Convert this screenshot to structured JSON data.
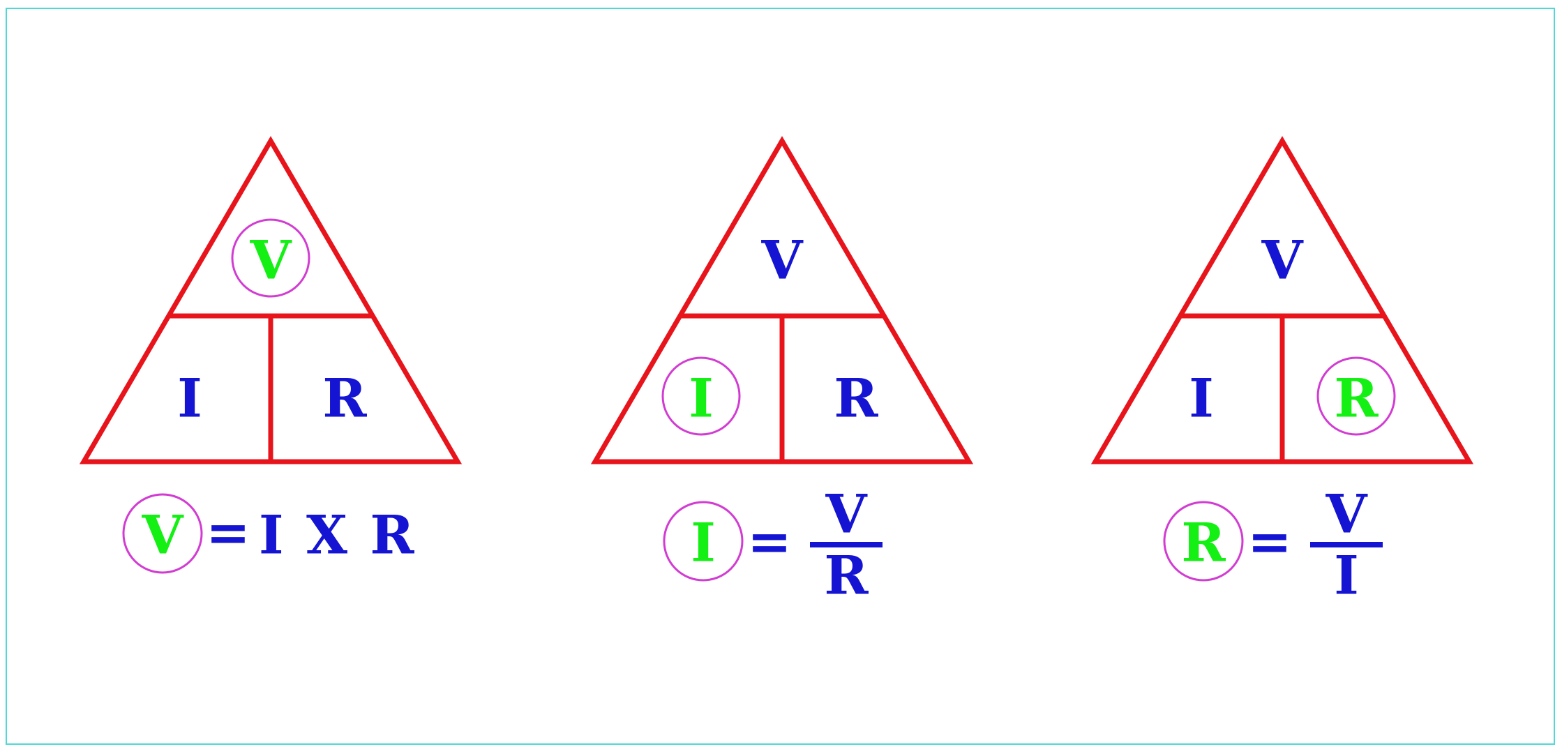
{
  "colors": {
    "triangle_stroke": "#e8141c",
    "letter_blue": "#1414d2",
    "letter_green": "#14f014",
    "highlight_circle": "#d23cd2",
    "frame": "#4fd8d8"
  },
  "diagrams": [
    {
      "top": "V",
      "left": "I",
      "right": "R",
      "highlighted": "top",
      "formula": {
        "subject": "V",
        "equals": "=",
        "kind": "product",
        "rhs": "I X R"
      }
    },
    {
      "top": "V",
      "left": "I",
      "right": "R",
      "highlighted": "left",
      "formula": {
        "subject": "I",
        "equals": "=",
        "kind": "fraction",
        "numerator": "V",
        "denominator": "R"
      }
    },
    {
      "top": "V",
      "left": "I",
      "right": "R",
      "highlighted": "right",
      "formula": {
        "subject": "R",
        "equals": "=",
        "kind": "fraction",
        "numerator": "V",
        "denominator": "I"
      }
    }
  ]
}
